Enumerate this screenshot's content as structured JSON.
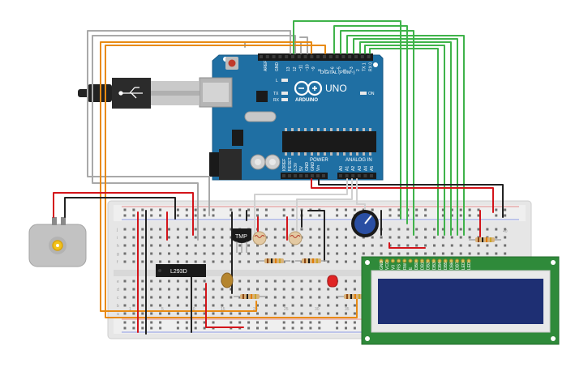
{
  "arduino": {
    "brand": "ARDUINO",
    "model": "UNO",
    "digital_label": "DIGITAL (PWM~)",
    "power_label": "POWER",
    "analog_label": "ANALOG IN",
    "aref": "AREF",
    "gnd": "GND",
    "l_led": "L",
    "tx": "TX",
    "rx": "RX",
    "on": "ON",
    "digital_pins": [
      "13",
      "12",
      "~11",
      "~10",
      "~9",
      "8",
      "7",
      "~6",
      "~5",
      "4",
      "~3",
      "2",
      "TX 1",
      "RX 0"
    ],
    "power_pins": [
      "IOREF",
      "RESET",
      "3.3V",
      "5V",
      "GND",
      "GND",
      "Vin"
    ],
    "analog_pins": [
      "A0",
      "A1",
      "A2",
      "A3",
      "A4",
      "A5"
    ]
  },
  "breadboard": {
    "row_labels_top": [
      "j",
      "i",
      "h",
      "g",
      "f"
    ],
    "row_labels_bottom": [
      "e",
      "d",
      "c",
      "b",
      "a"
    ],
    "column_numbers": [
      "1",
      "5",
      "10",
      "15",
      "20",
      "25",
      "30",
      "35",
      "40"
    ]
  },
  "components": {
    "driver_chip": "L293D",
    "temp_sensor": "TMP"
  },
  "lcd": {
    "pins": [
      "GND",
      "VCC",
      "V0",
      "RS",
      "RW",
      "E",
      "DB0",
      "DB1",
      "DB2",
      "DB3",
      "DB4",
      "DB5",
      "DB6",
      "DB7",
      "LED",
      "LED"
    ]
  },
  "colors": {
    "arduino_blue": "#1f6fa3",
    "lcd_board": "#2f8a3a",
    "lcd_screen": "#1e2f73",
    "wire_green": "#3fb34a",
    "wire_red": "#d3141a",
    "wire_orange": "#e88a12",
    "wire_gray": "#a9a9a9",
    "wire_black": "#222222",
    "breadboard": "#e8e8e8"
  }
}
